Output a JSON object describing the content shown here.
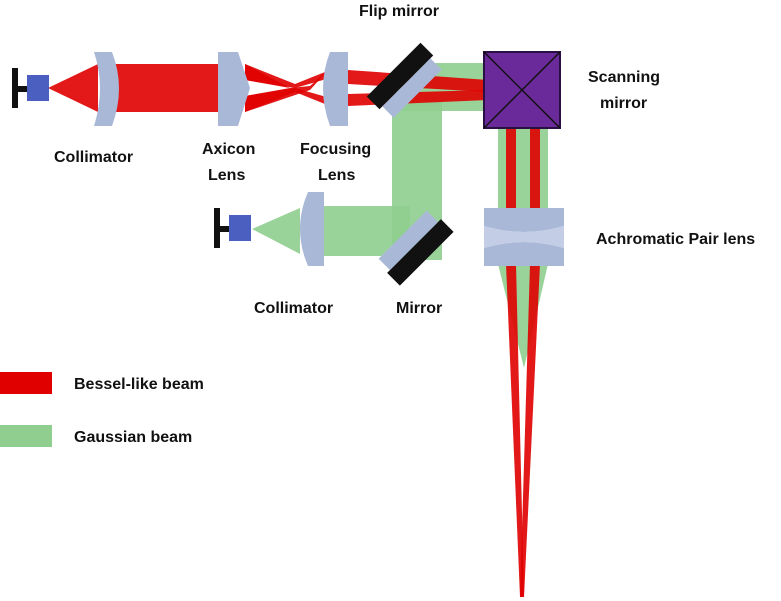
{
  "labels": {
    "flip_mirror": "Flip mirror",
    "scanning_mirror_line1": "Scanning",
    "scanning_mirror_line2": "mirror",
    "collimator_top": "Collimator",
    "axicon_line1": "Axicon",
    "axicon_line2": "Lens",
    "focusing_line1": "Focusing",
    "focusing_line2": "Lens",
    "achromatic": "Achromatic Pair lens",
    "collimator_bottom": "Collimator",
    "mirror": "Mirror"
  },
  "legend": [
    {
      "label": "Bessel-like beam",
      "color": "#e00000"
    },
    {
      "label": "Gaussian beam",
      "color": "#8fce8f"
    }
  ],
  "colors": {
    "bessel_beam": "#e00000",
    "gaussian_beam": "#8fce8f",
    "lens": "#aab8d8",
    "fiber_tip": "#4a5fc0",
    "scanner": "#6a2a9a",
    "mirror_back": "#111111"
  }
}
